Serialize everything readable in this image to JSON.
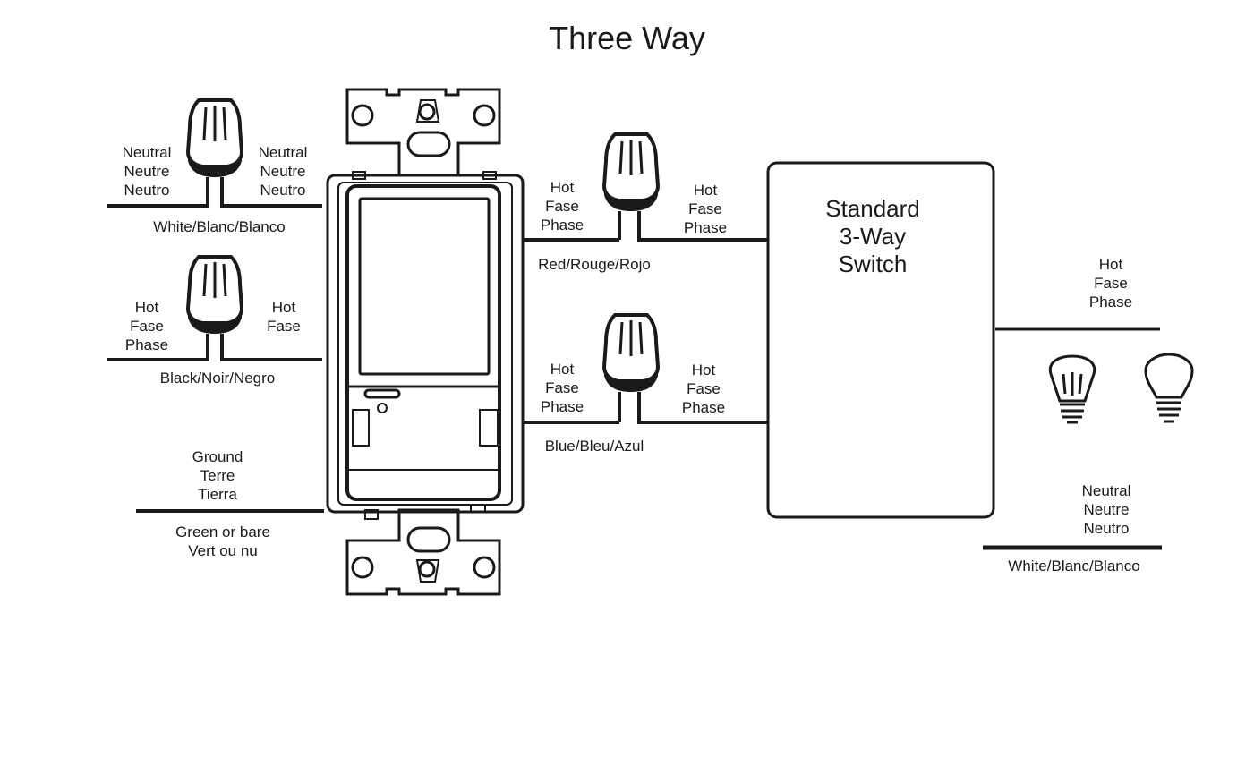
{
  "title": "Three Way",
  "colors": {
    "ink": "#1a1a1a",
    "background": "#ffffff"
  },
  "left": {
    "neutral_left": "Neutral\nNeutre\nNeutro",
    "neutral_right": "Neutral\nNeutre\nNeutro",
    "neutral_wire": "White/Blanc/Blanco",
    "hot_left": "Hot\nFase\nPhase",
    "hot_right": "Hot\nFase",
    "hot_wire": "Black/Noir/Negro",
    "ground": "Ground\nTerre\nTierra",
    "ground_wire": "Green or bare\nVert ou nu"
  },
  "middle": {
    "red_left": "Hot\nFase\nPhase",
    "red_right": "Hot\nFase\nPhase",
    "red_wire": "Red/Rouge/Rojo",
    "blue_left": "Hot\nFase\nPhase",
    "blue_right": "Hot\nFase\nPhase",
    "blue_wire": "Blue/Bleu/Azul"
  },
  "switch_box": {
    "label": "Standard\n3-Way\nSwitch"
  },
  "right": {
    "hot": "Hot\nFase\nPhase",
    "neutral": "Neutral\nNeutre\nNeutro",
    "neutral_wire": "White/Blanc/Blanco"
  },
  "icons": [
    "wire-nut-icon",
    "led-bulb-icon",
    "incandescent-bulb-icon"
  ]
}
